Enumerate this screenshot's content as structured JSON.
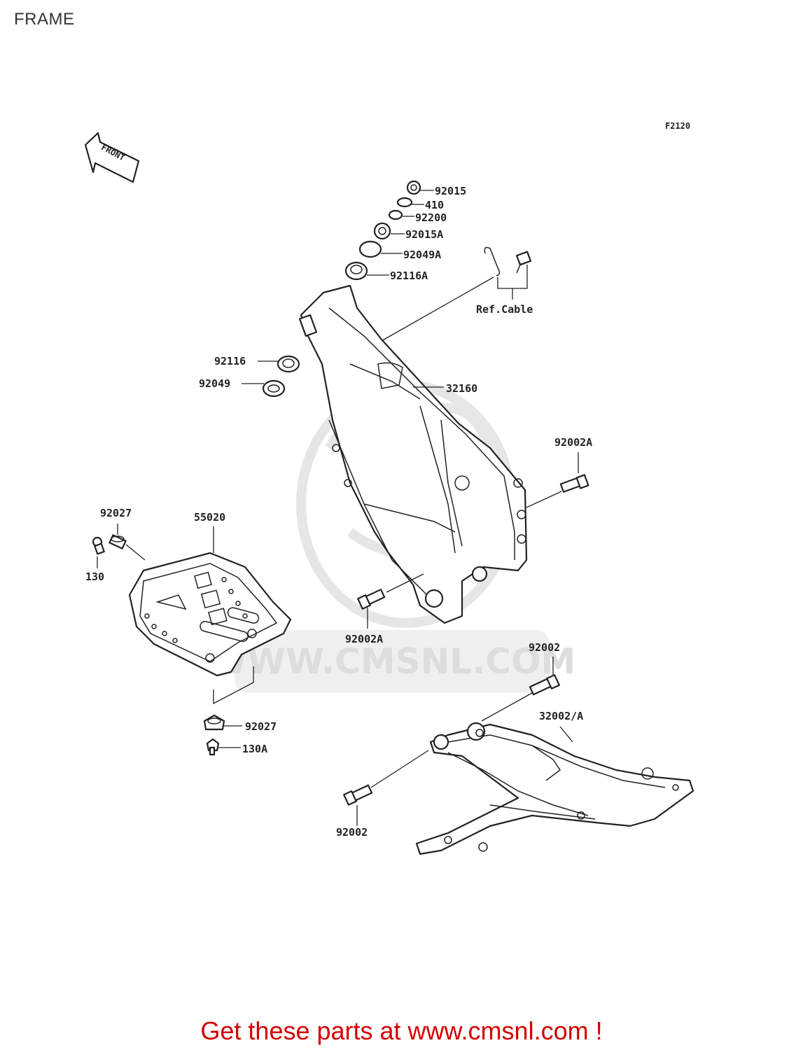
{
  "title": "FRAME",
  "diagram": {
    "code": "F2120",
    "front_label": "FRONT",
    "watermark": "WWW.CMSNL.COM",
    "parts": [
      {
        "id": "92015"
      },
      {
        "id": "410"
      },
      {
        "id": "92200"
      },
      {
        "id": "92015A"
      },
      {
        "id": "92049A"
      },
      {
        "id": "92116A"
      },
      {
        "id": "Ref.Cable"
      },
      {
        "id": "92116"
      },
      {
        "id": "92049"
      },
      {
        "id": "32160"
      },
      {
        "id": "92002A"
      },
      {
        "id": "92027"
      },
      {
        "id": "55020"
      },
      {
        "id": "130"
      },
      {
        "id": "92002A"
      },
      {
        "id": "92002"
      },
      {
        "id": "32002/A"
      },
      {
        "id": "92027"
      },
      {
        "id": "130A"
      },
      {
        "id": "92002"
      }
    ]
  },
  "footer": {
    "promo": "Get these parts at www.cmsnl.com !"
  },
  "colors": {
    "promo": "#d40000",
    "ink": "#222222",
    "watermark": "#e4e4e4"
  }
}
